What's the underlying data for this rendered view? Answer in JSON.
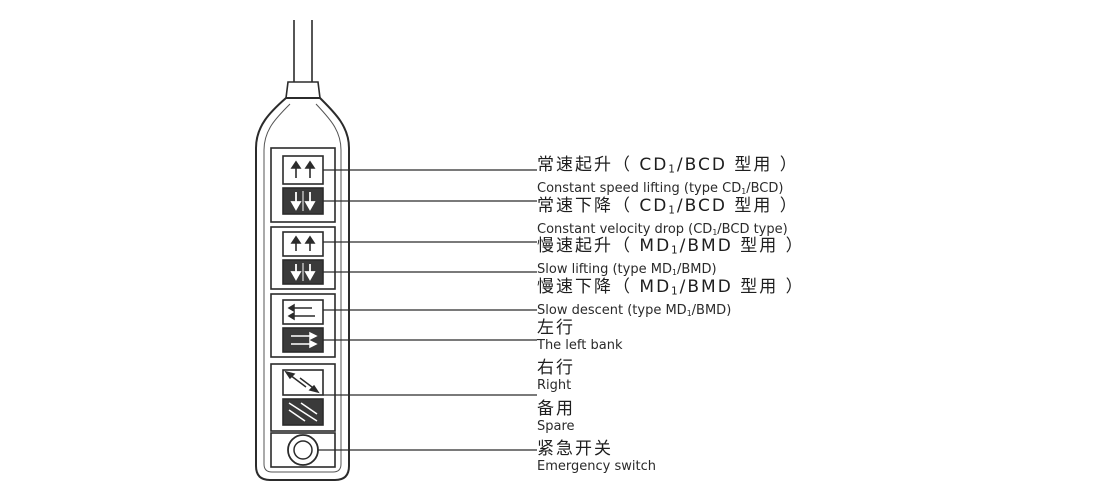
{
  "labels": [
    {
      "cn_pre": "常速起升（ CD",
      "cn_sub": "1",
      "cn_post": "/BCD 型用 ）",
      "en_pre": "Constant speed lifting (type CD",
      "en_sub": "1",
      "en_post": "/BCD)"
    },
    {
      "cn_pre": "常速下降（ CD",
      "cn_sub": "1",
      "cn_post": "/BCD 型用 ）",
      "en_pre": "Constant velocity drop (CD",
      "en_sub": "1",
      "en_post": "/BCD type)"
    },
    {
      "cn_pre": "慢速起升（ MD",
      "cn_sub": "1",
      "cn_post": "/BMD 型用 ）",
      "en_pre": "Slow lifting (type MD",
      "en_sub": "1",
      "en_post": "/BMD)"
    },
    {
      "cn_pre": "慢速下降（ MD",
      "cn_sub": "1",
      "cn_post": "/BMD 型用 ）",
      "en_pre": "Slow descent (type MD",
      "en_sub": "1",
      "en_post": "/BMD)"
    },
    {
      "cn_pre": "左行",
      "cn_sub": "",
      "cn_post": "",
      "en_pre": "The left bank",
      "en_sub": "",
      "en_post": ""
    },
    {
      "cn_pre": "右行",
      "cn_sub": "",
      "cn_post": "",
      "en_pre": "Right",
      "en_sub": "",
      "en_post": ""
    },
    {
      "cn_pre": "备用",
      "cn_sub": "",
      "cn_post": "",
      "en_pre": "Spare",
      "en_sub": "",
      "en_post": ""
    },
    {
      "cn_pre": "紧急开关",
      "cn_sub": "",
      "cn_post": "",
      "en_pre": "Emergency switch",
      "en_sub": "",
      "en_post": ""
    }
  ],
  "colors": {
    "ink": "#2b2b2b",
    "fill_dark": "#3a3a3a",
    "background": "#ffffff"
  }
}
